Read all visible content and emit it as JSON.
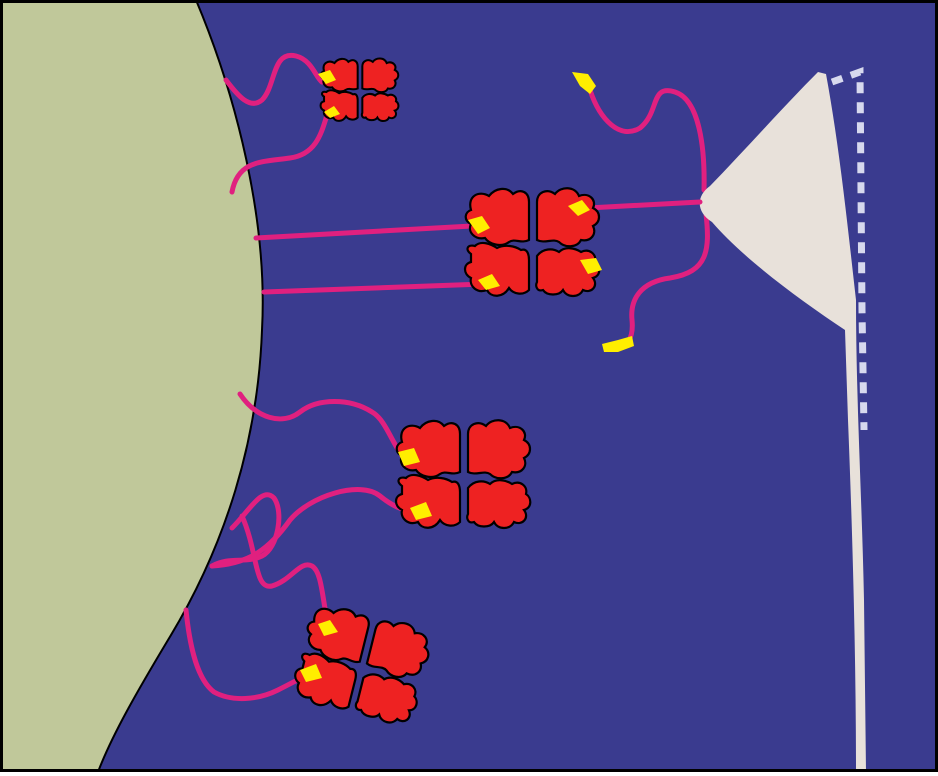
{
  "colors": {
    "background": "#3a3b8f",
    "cell": "#c0c89a",
    "tether": "#e0207f",
    "protein": "#ee2222",
    "tag": "#ffee00",
    "probe": "#e8e1da",
    "frame": "#000000"
  },
  "elements": {
    "cell": "cell-body",
    "probe": "probe-tip",
    "probe_trace": "probe-deflection-trace",
    "tetramers": [
      "tetramer-top",
      "tetramer-bridging",
      "tetramer-middle",
      "tetramer-bottom"
    ],
    "tethers": "polymer-tethers",
    "free_tethers": "probe-free-tethers"
  }
}
